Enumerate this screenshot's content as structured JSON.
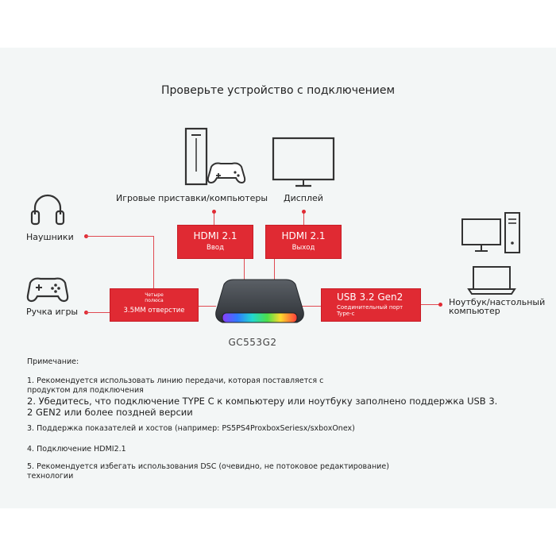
{
  "title": "Проверьте устройство с подключением",
  "devices": {
    "consoles_label": "Игровые приставки/компьютеры",
    "display_label": "Дисплей",
    "headphones_label": "Наушники",
    "gamepad_label": "Ручка игры",
    "laptop_label_1": "Ноутбук/настольный",
    "laptop_label_2": "компьютер"
  },
  "ports": {
    "hdmi_in": {
      "title": "HDMI 2.1",
      "sub": "Ввод"
    },
    "hdmi_out": {
      "title": "HDMI 2.1",
      "sub": "Выход"
    },
    "audio": {
      "top_1": "Четыре",
      "top_2": "полюса",
      "main": "3.5MM отверстие"
    },
    "usb": {
      "title": "USB 3.2 Gen2",
      "sub_1": "Соединительный порт",
      "sub_2": "Type-c"
    }
  },
  "model": "GC553G2",
  "notes": {
    "heading": "Примечание:",
    "n1_a": "1. Рекомендуется использовать линию передачи, которая поставляется с",
    "n1_b": "продуктом для подключения",
    "n2_a": "2. Убедитесь, что подключение TYPE C к компьютеру или ноутбуку заполнено поддержка USB 3.",
    "n2_b": "2 GEN2 или более поздней версии",
    "n3": "3. Поддержка показателей и хостов (например: PS5PS4ProxboxSeriesx/sxboxOnex)",
    "n4": "4. Подключение HDMI2.1",
    "n5_a": "5. Рекомендуется избегать использования DSC (очевидно, не потоковое редактирование)",
    "n5_b": "технологии"
  },
  "colors": {
    "accent": "#e02a33",
    "panel": "#f3f6f6"
  }
}
